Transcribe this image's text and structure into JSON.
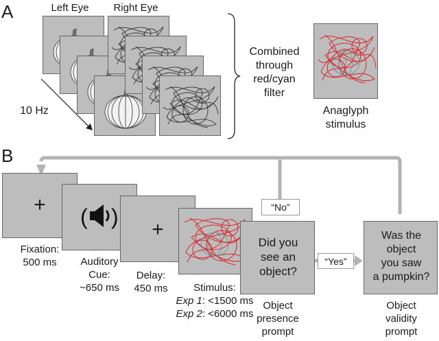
{
  "panel_a": {
    "letter": "A",
    "left_eye": "Left Eye",
    "right_eye": "Right Eye",
    "rate": "10 Hz",
    "combined": [
      "Combined",
      "through",
      "red/cyan",
      "filter"
    ],
    "anaglyph": [
      "Anaglyph",
      "stimulus"
    ]
  },
  "panel_b": {
    "letter": "B",
    "fixation": {
      "symbol": "+",
      "label": [
        "Fixation:",
        "500 ms"
      ]
    },
    "auditory": {
      "symbol": "(🔊)",
      "label": [
        "Auditory",
        "Cue:",
        "~650 ms"
      ]
    },
    "delay": {
      "symbol": "+",
      "label": [
        "Delay:",
        "450 ms"
      ]
    },
    "stimulus": {
      "label": "Stimulus:",
      "exp1_name": "Exp 1",
      "exp1_time": ": <1500 ms",
      "exp2_name": "Exp 2",
      "exp2_time": ": <6000 ms"
    },
    "presence": {
      "question": [
        "Did you",
        "see an",
        "object?"
      ],
      "label": [
        "Object",
        "presence",
        "prompt"
      ]
    },
    "validity": {
      "question": [
        "Was the",
        "object",
        "you saw",
        "a pumpkin?"
      ],
      "label": [
        "Object",
        "validity",
        "prompt"
      ]
    },
    "answer_no": "“No”",
    "answer_yes": "“Yes”"
  },
  "colors": {
    "frame": "#bdbdbd",
    "arrow": "#b3b3b3",
    "scribble_red": "#d9242b",
    "scribble_dark": "#333333"
  }
}
